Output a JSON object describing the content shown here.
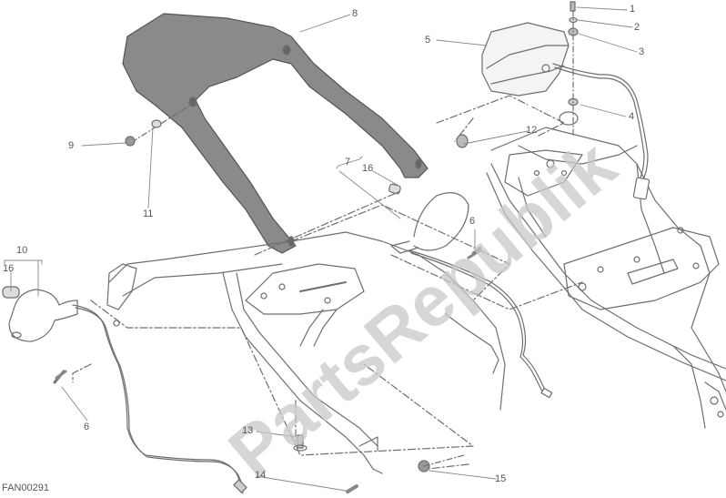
{
  "diagram": {
    "code": "FAN00291",
    "watermark": "PartsRepublik",
    "colors": {
      "line": "#6e6e6e",
      "fill_dark": "#8a8a8a",
      "fill_part": "#9a9a9a",
      "watermark": "#c8c8c8",
      "text": "#555555"
    },
    "callouts": [
      {
        "id": "1",
        "label": "1"
      },
      {
        "id": "2",
        "label": "2"
      },
      {
        "id": "3",
        "label": "3"
      },
      {
        "id": "4",
        "label": "4"
      },
      {
        "id": "5",
        "label": "5"
      },
      {
        "id": "6a",
        "label": "6"
      },
      {
        "id": "6b",
        "label": "6"
      },
      {
        "id": "7",
        "label": "7"
      },
      {
        "id": "8",
        "label": "8"
      },
      {
        "id": "9",
        "label": "9"
      },
      {
        "id": "10",
        "label": "10"
      },
      {
        "id": "11",
        "label": "11"
      },
      {
        "id": "12",
        "label": "12"
      },
      {
        "id": "13",
        "label": "13"
      },
      {
        "id": "14",
        "label": "14"
      },
      {
        "id": "15",
        "label": "15"
      },
      {
        "id": "16a",
        "label": "16"
      },
      {
        "id": "16b",
        "label": "16"
      }
    ]
  }
}
